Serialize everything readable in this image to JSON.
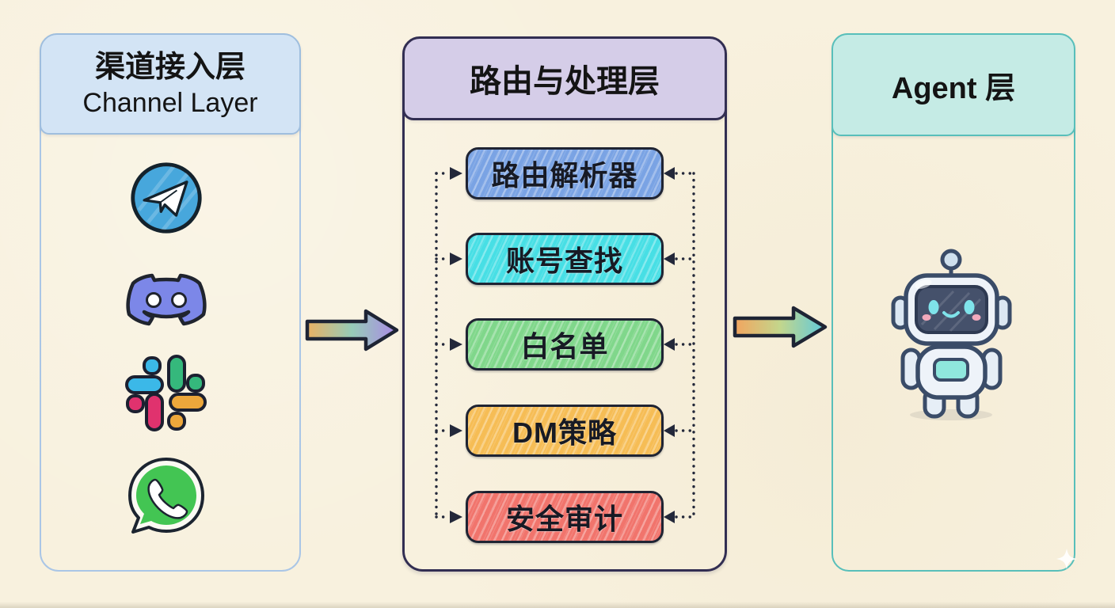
{
  "background_color": "#f8f1de",
  "channel_panel": {
    "title_zh": "渠道接入层",
    "title_en": "Channel Layer",
    "header_fill": "#d3e4f5",
    "border_color": "#aac6e6",
    "icons": [
      {
        "id": "telegram-icon",
        "fill": "#47a7dc"
      },
      {
        "id": "discord-icon",
        "fill": "#7c87e8"
      },
      {
        "id": "slack-icon",
        "fill_blue": "#3bb8e8",
        "fill_green": "#35b87c",
        "fill_pink": "#e0326e",
        "fill_orange": "#eda73b"
      },
      {
        "id": "whatsapp-icon",
        "fill": "#43c553"
      }
    ]
  },
  "routing_panel": {
    "title": "路由与处理层",
    "header_fill": "#d5cde8",
    "border_color": "#322e52",
    "connector_color": "#23283a",
    "modules": [
      {
        "label": "路由解析器",
        "fill": "#7aa3e4"
      },
      {
        "label": "账号查找",
        "fill": "#47dfe5"
      },
      {
        "label": "白名单",
        "fill": "#80d78b"
      },
      {
        "label": "DM策略",
        "fill": "#f6bd55"
      },
      {
        "label": "安全审计",
        "fill": "#f1746c"
      }
    ]
  },
  "agent_panel": {
    "title": "Agent 层",
    "header_fill": "#c5ebe5",
    "border_color": "#58bfba",
    "mascot": "cute-robot",
    "robot_colors": {
      "body": "#eef3f9",
      "screen": "#45516b",
      "face_accent": "#7fe3ea",
      "chest": "#8fe7dd"
    }
  },
  "arrows": {
    "channel_to_routing": [
      "#e9b164",
      "#96ccb8",
      "#ab8ae6"
    ],
    "routing_to_agent": [
      "#f2a55f",
      "#c3d68c",
      "#5fc9dc"
    ]
  }
}
